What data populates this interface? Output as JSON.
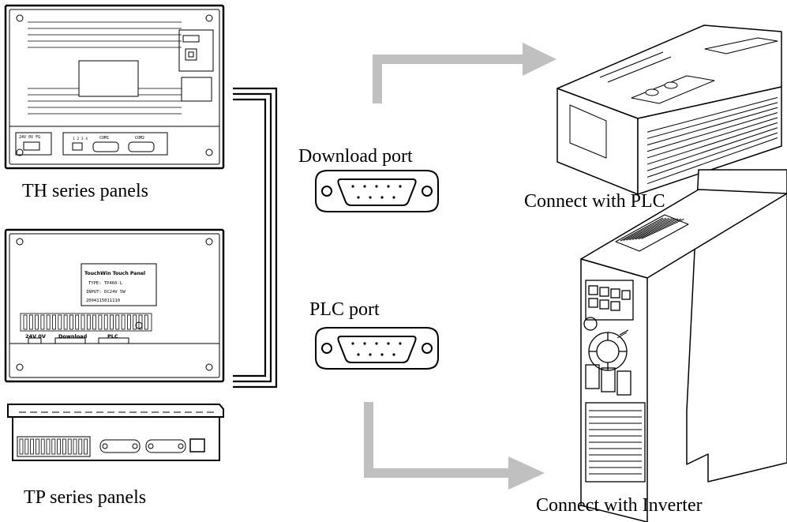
{
  "labels": {
    "th_panels": "TH series panels",
    "tp_panels": "TP series panels",
    "download_port": "Download port",
    "plc_port": "PLC port",
    "connect_plc": "Connect with PLC",
    "connect_inverter": "Connect with Inverter"
  },
  "th_panel": {
    "terminal_label": "24V 0V FG",
    "dip_label": "1 2 3 4",
    "com1_label": "COM1",
    "com2_label": "COM2"
  },
  "tp_panel": {
    "sticker_title": "TouchWin Touch Panel",
    "sticker_type": "TYPE: TP460-L",
    "sticker_input": "INPUT: DC24V 5W",
    "sticker_serial": "2004115011110",
    "label_power": "24V 0V",
    "label_download": "Download",
    "label_plc": "PLC"
  },
  "colors": {
    "line": "#000000",
    "arrow": "#c0c0c0",
    "background": "#ffffff"
  }
}
